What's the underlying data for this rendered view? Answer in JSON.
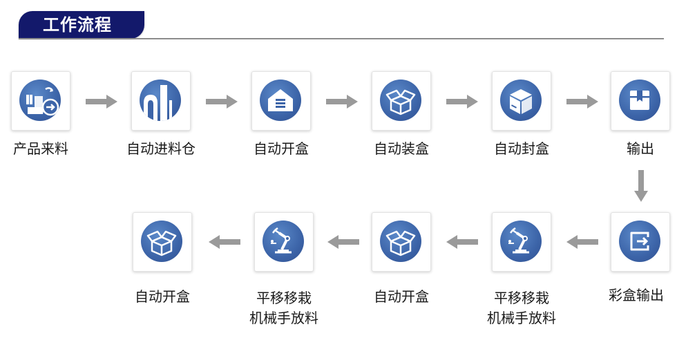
{
  "header": {
    "title": "工作流程"
  },
  "colors": {
    "title_bg": "#13196b",
    "icon_blue": "#3c64a8",
    "arrow_gray": "#9a9a9a"
  },
  "row1": [
    {
      "label": "产品来料",
      "icon": "product-intake-icon"
    },
    {
      "label": "自动进料仓",
      "icon": "feed-bin-icon"
    },
    {
      "label": "自动开盒",
      "icon": "warehouse-icon"
    },
    {
      "label": "自动装盒",
      "icon": "open-box-icon"
    },
    {
      "label": "自动封盒",
      "icon": "closed-box-icon"
    },
    {
      "label": "输出",
      "icon": "package-icon"
    }
  ],
  "row2": [
    {
      "label": "彩盒输出",
      "icon": "exit-icon"
    },
    {
      "label_line1": "平移移栽",
      "label_line2": "机械手放料",
      "icon": "robot-arm-icon"
    },
    {
      "label": "自动开盒",
      "icon": "open-box-icon"
    },
    {
      "label_line1": "平移移栽",
      "label_line2": "机械手放料",
      "icon": "robot-arm-icon"
    },
    {
      "label": "自动开盒",
      "icon": "open-box-icon"
    }
  ]
}
